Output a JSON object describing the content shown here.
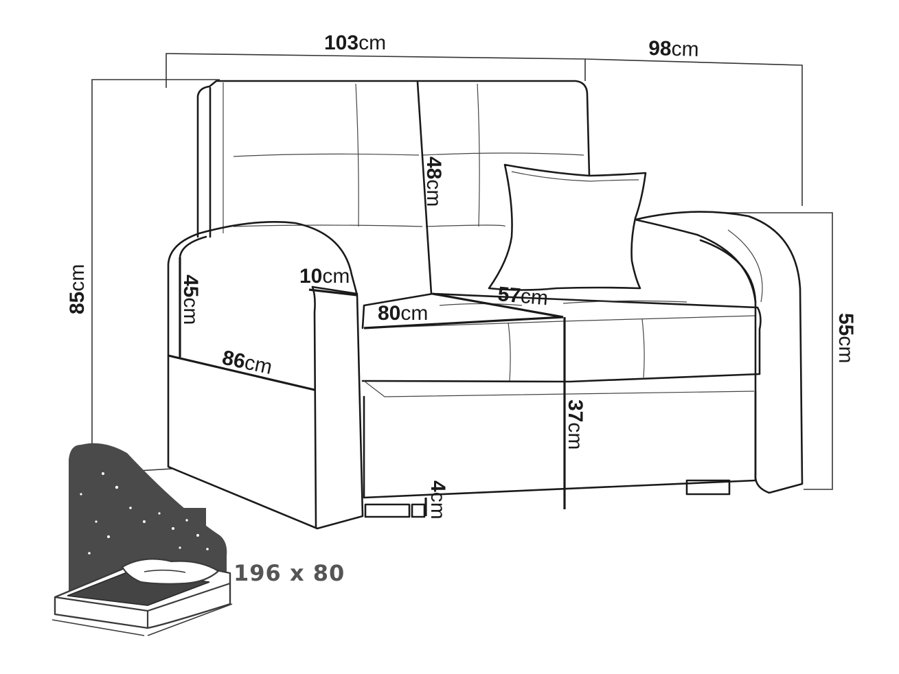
{
  "dimensions": {
    "width": {
      "value": "103",
      "unit": "cm"
    },
    "depth": {
      "value": "98",
      "unit": "cm"
    },
    "height": {
      "value": "85",
      "unit": "cm"
    },
    "arm_height": {
      "value": "55",
      "unit": "cm"
    },
    "back_height": {
      "value": "48",
      "unit": "cm"
    },
    "arm_width": {
      "value": "10",
      "unit": "cm"
    },
    "seat_depth": {
      "value": "57",
      "unit": "cm"
    },
    "seat_width": {
      "value": "80",
      "unit": "cm"
    },
    "arm_inner_height": {
      "value": "45",
      "unit": "cm"
    },
    "side_depth": {
      "value": "86",
      "unit": "cm"
    },
    "seat_height": {
      "value": "37",
      "unit": "cm"
    },
    "leg_height": {
      "value": "4",
      "unit": "cm"
    }
  },
  "bed_size": "196 x 80",
  "colors": {
    "line": "#1a1a1a",
    "bed_gray": "#555555"
  }
}
